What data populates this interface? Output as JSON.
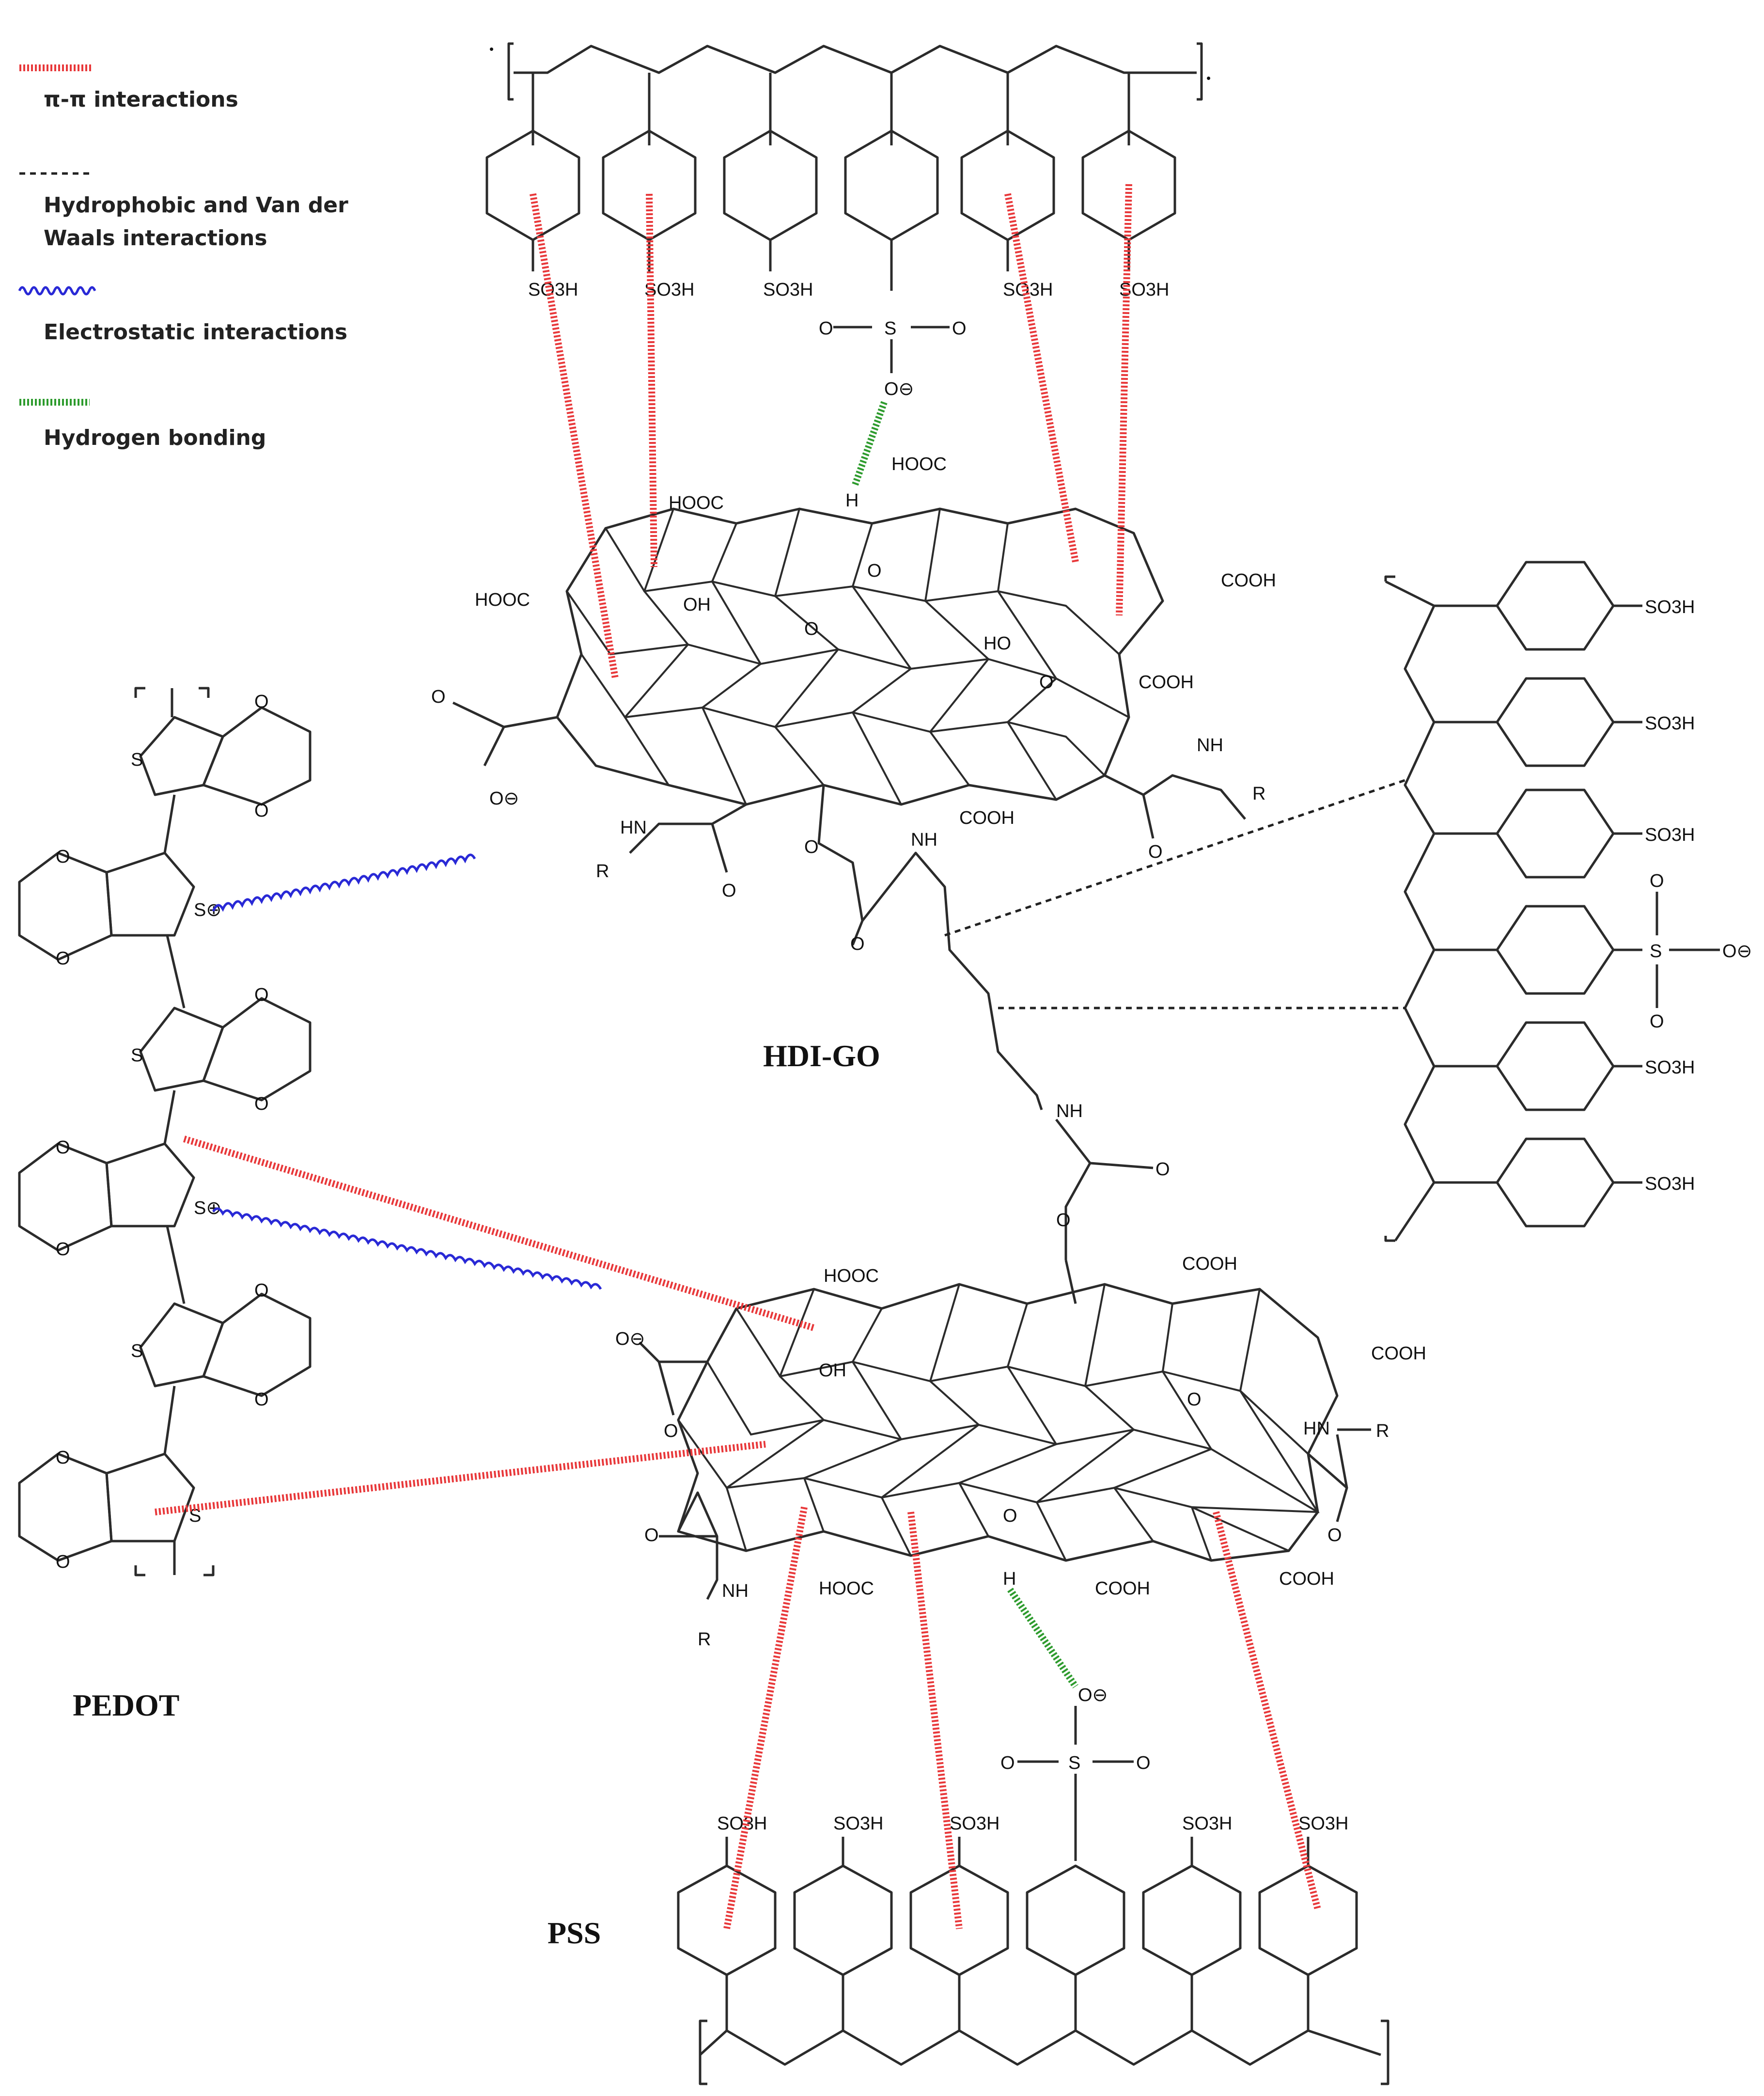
{
  "legend": {
    "items": [
      {
        "id": "pipi",
        "label": "π-π interactions",
        "color": "#e8383a"
      },
      {
        "id": "vdw",
        "label_line1": "Hydrophobic and Van der",
        "label_line2": "Waals interactions",
        "color": "#222222"
      },
      {
        "id": "elec",
        "label": "Electrostatic interactions",
        "color": "#2929d6"
      },
      {
        "id": "hbond",
        "label": "Hydrogen bonding",
        "color": "#2d9b2d"
      }
    ]
  },
  "labels": {
    "hdi_go": "HDI-GO",
    "pedot": "PEDOT",
    "pss": "PSS"
  },
  "groups": {
    "so3h": "SO3H",
    "cooh": "COOH",
    "hooc": "HOOC",
    "oh": "OH",
    "o": "O",
    "o_minus": "O⊖",
    "s": "S",
    "s_plus": "S⊕",
    "nh": "NH",
    "hn": "HN",
    "r": "R",
    "h": "H",
    "ho": "HO"
  }
}
